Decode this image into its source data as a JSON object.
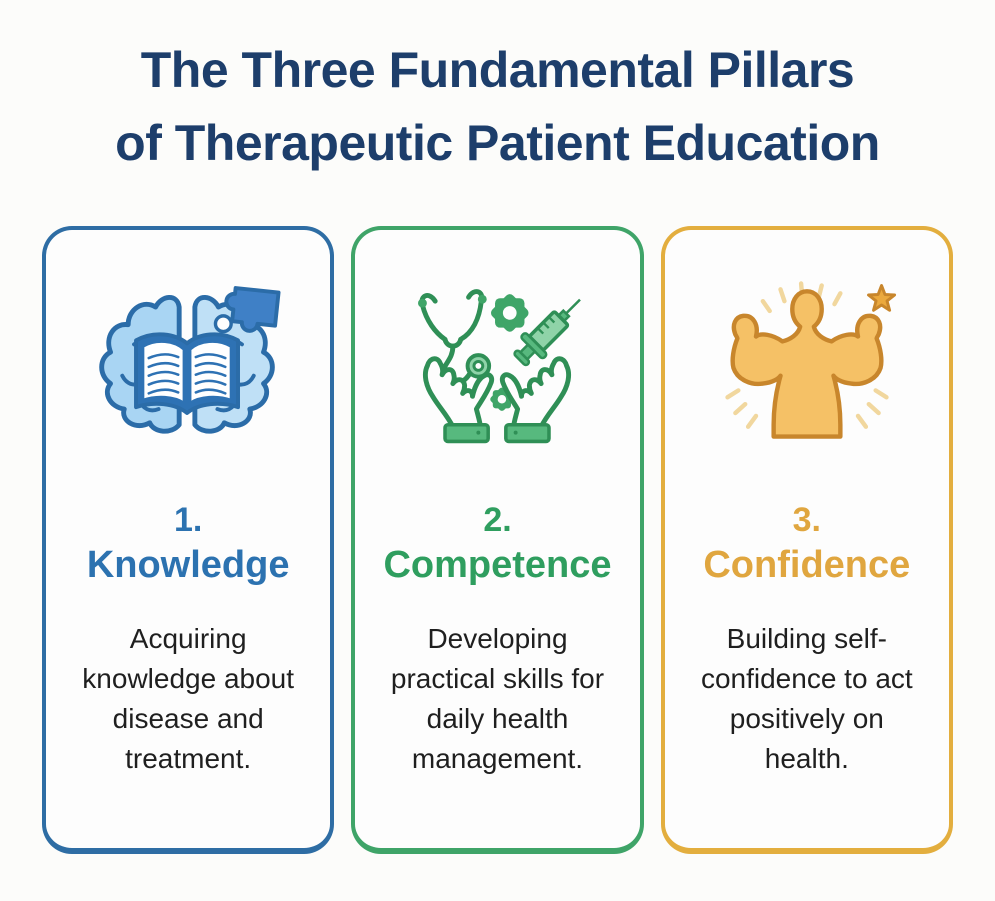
{
  "title": {
    "line1": "The Three Fundamental Pillars",
    "line2": "of Therapeutic Patient Education",
    "color": "#1d3e6b"
  },
  "background_color": "#fcfcfa",
  "card_background": "#fdfdfd",
  "description_text_color": "#1f1f1f",
  "pillars": [
    {
      "number": "1.",
      "name": "Knowledge",
      "description": "Acquiring knowledge about disease and treatment.",
      "icon": "brain-book-puzzle-icon",
      "accent": "#2c72b0",
      "border": "#2e6da4",
      "icon_colors": {
        "fill": "#a9d5f3",
        "outline": "#2b6ca8",
        "puzzle": "#3f80c6"
      }
    },
    {
      "number": "2.",
      "name": "Competence",
      "description": "Developing practical skills for daily health management.",
      "icon": "hands-medical-tools-icon",
      "accent": "#2f9e5f",
      "border": "#3fa468",
      "icon_colors": {
        "fill": "#8fd3a8",
        "outline": "#2f8f56",
        "solid": "#3fa568"
      }
    },
    {
      "number": "3.",
      "name": "Confidence",
      "description": "Building self-confidence to act positively on health.",
      "icon": "flexing-figure-star-icon",
      "accent": "#e0a63f",
      "border": "#e3ae3e",
      "icon_colors": {
        "fill": "#f5c166",
        "outline": "#c8862c",
        "rays": "#f1d79e",
        "star": "#eba93e"
      }
    }
  ]
}
